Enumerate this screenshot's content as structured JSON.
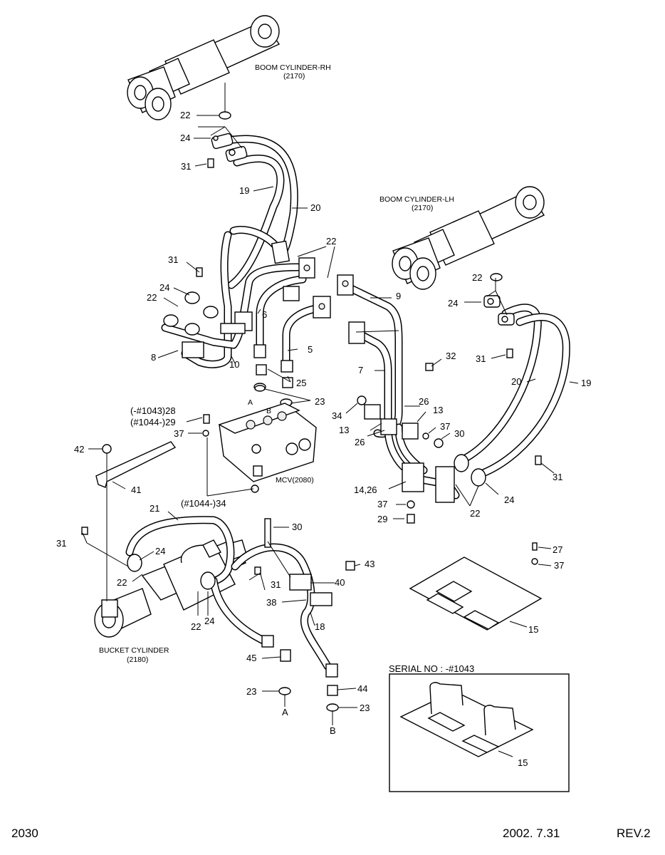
{
  "labels": {
    "boom_rh": "BOOM CYLINDER-RH",
    "boom_rh_ref": "(2170)",
    "boom_lh": "BOOM CYLINDER-LH",
    "boom_lh_ref": "(2170)",
    "bucket": "BUCKET CYLINDER",
    "bucket_ref": "(2180)",
    "mcv": "MCV(2080)",
    "port_a": "A",
    "port_b": "B",
    "serial": "SERIAL NO : -#1043"
  },
  "callouts": {
    "c1": "22",
    "c2": "24",
    "c3": "31",
    "c4": "19",
    "c5": "20",
    "c6": "22",
    "c7": "31",
    "c8": "24",
    "c9": "22",
    "c10": "6",
    "c11": "5",
    "c12": "9",
    "c13": "8",
    "c14": "10",
    "c15": "25",
    "c16": "7",
    "c17": "32",
    "c18": "23",
    "c19": "(-#1043)28",
    "c20": "(#1044-)29",
    "c21": "37",
    "c22": "34",
    "c23": "26",
    "c24": "13",
    "c25": "13",
    "c26": "26",
    "c27": "37",
    "c28": "30",
    "c29": "14,26",
    "c30": "37",
    "c31": "29",
    "c32": "22",
    "c33": "24",
    "c34": "31",
    "c35": "20",
    "c36": "19",
    "c37": "22",
    "c38": "24",
    "c39": "31",
    "c40": "42",
    "c41": "41",
    "c42": "(#1044-)34",
    "c43": "21",
    "c44": "31",
    "c45": "24",
    "c46": "22",
    "c47": "30",
    "c48": "43",
    "c49": "31",
    "c50": "40",
    "c51": "38",
    "c52": "18",
    "c53": "22",
    "c54": "24",
    "c55": "45",
    "c56": "23",
    "c57": "A",
    "c58": "44",
    "c59": "23",
    "c60": "B",
    "c61": "27",
    "c62": "37",
    "c63": "15",
    "c64": "15"
  },
  "footer": {
    "page": "2030",
    "date": "2002.  7.31",
    "rev": "REV.2"
  }
}
